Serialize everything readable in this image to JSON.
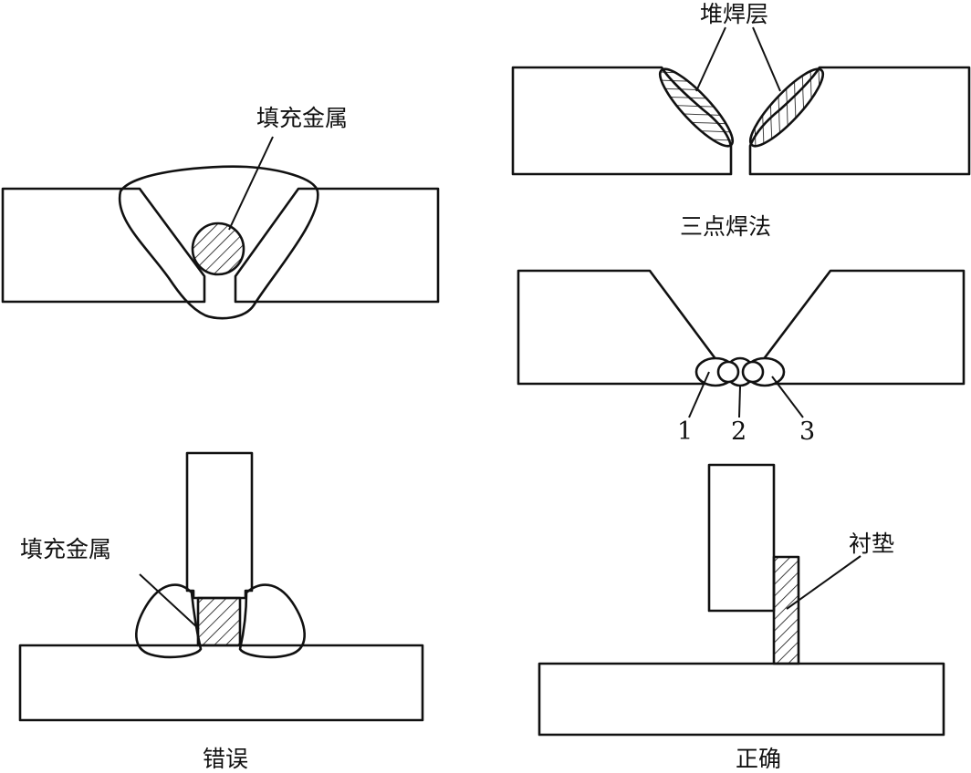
{
  "colors": {
    "line": "#111111",
    "background": "#ffffff"
  },
  "diagram_a": {
    "label_filler": "填充金属"
  },
  "diagram_b": {
    "label_surfacing": "堆焊层"
  },
  "diagram_c": {
    "caption": "三点焊法",
    "bead_labels": [
      "1",
      "2",
      "3"
    ]
  },
  "diagram_d": {
    "label_filler": "填充金属",
    "caption": "错误"
  },
  "diagram_e": {
    "label_backing": "衬垫",
    "caption": "正确"
  }
}
